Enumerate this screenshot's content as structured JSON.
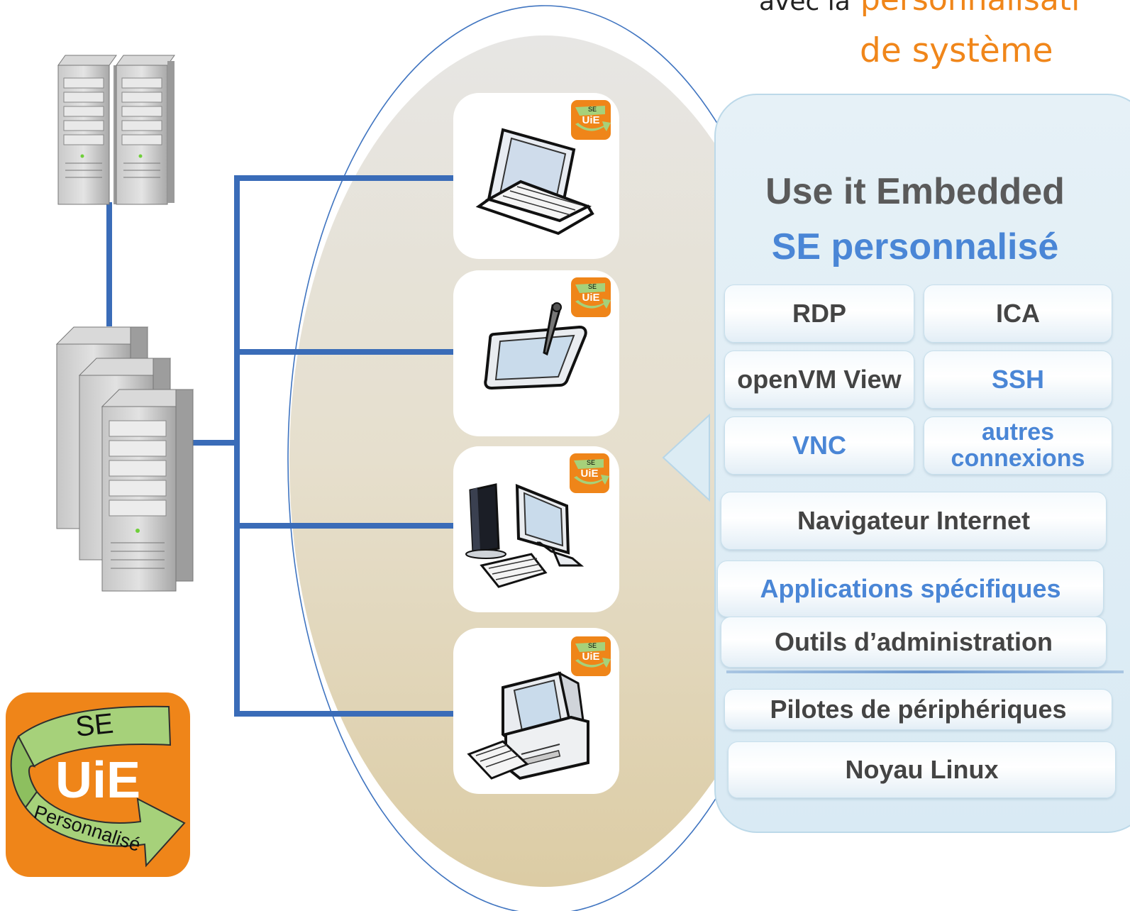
{
  "header": {
    "line1_prefix": "avec la",
    "line1_accent": "personnalisati",
    "line2": "de système"
  },
  "badge": {
    "top": "SE",
    "middle": "UiE",
    "bottom": "Personnalisé"
  },
  "panel": {
    "title": "Use it Embedded",
    "subtitle": "SE personnalisé",
    "rdp": "RDP",
    "ica": "ICA",
    "openvm": "openVM View",
    "ssh": "SSH",
    "vnc": "VNC",
    "autres_line1": "autres",
    "autres_line2": "connexions",
    "navigateur": "Navigateur Internet",
    "applications": "Applications spécifiques",
    "outils": "Outils d’administration",
    "pilotes": "Pilotes de périphériques",
    "noyau": "Noyau Linux"
  },
  "colors": {
    "accent_orange": "#f0861a",
    "line_blue": "#3a6cb8",
    "text_blue": "#4a86d6",
    "panel_bg": "#ddedf6",
    "badge_green": "#a6d17a"
  },
  "icons": [
    "server-rack-icon",
    "server-cluster-icon",
    "laptop-icon",
    "tablet-icon",
    "thin-client-icon",
    "desktop-computer-icon",
    "uie-logo-icon"
  ]
}
